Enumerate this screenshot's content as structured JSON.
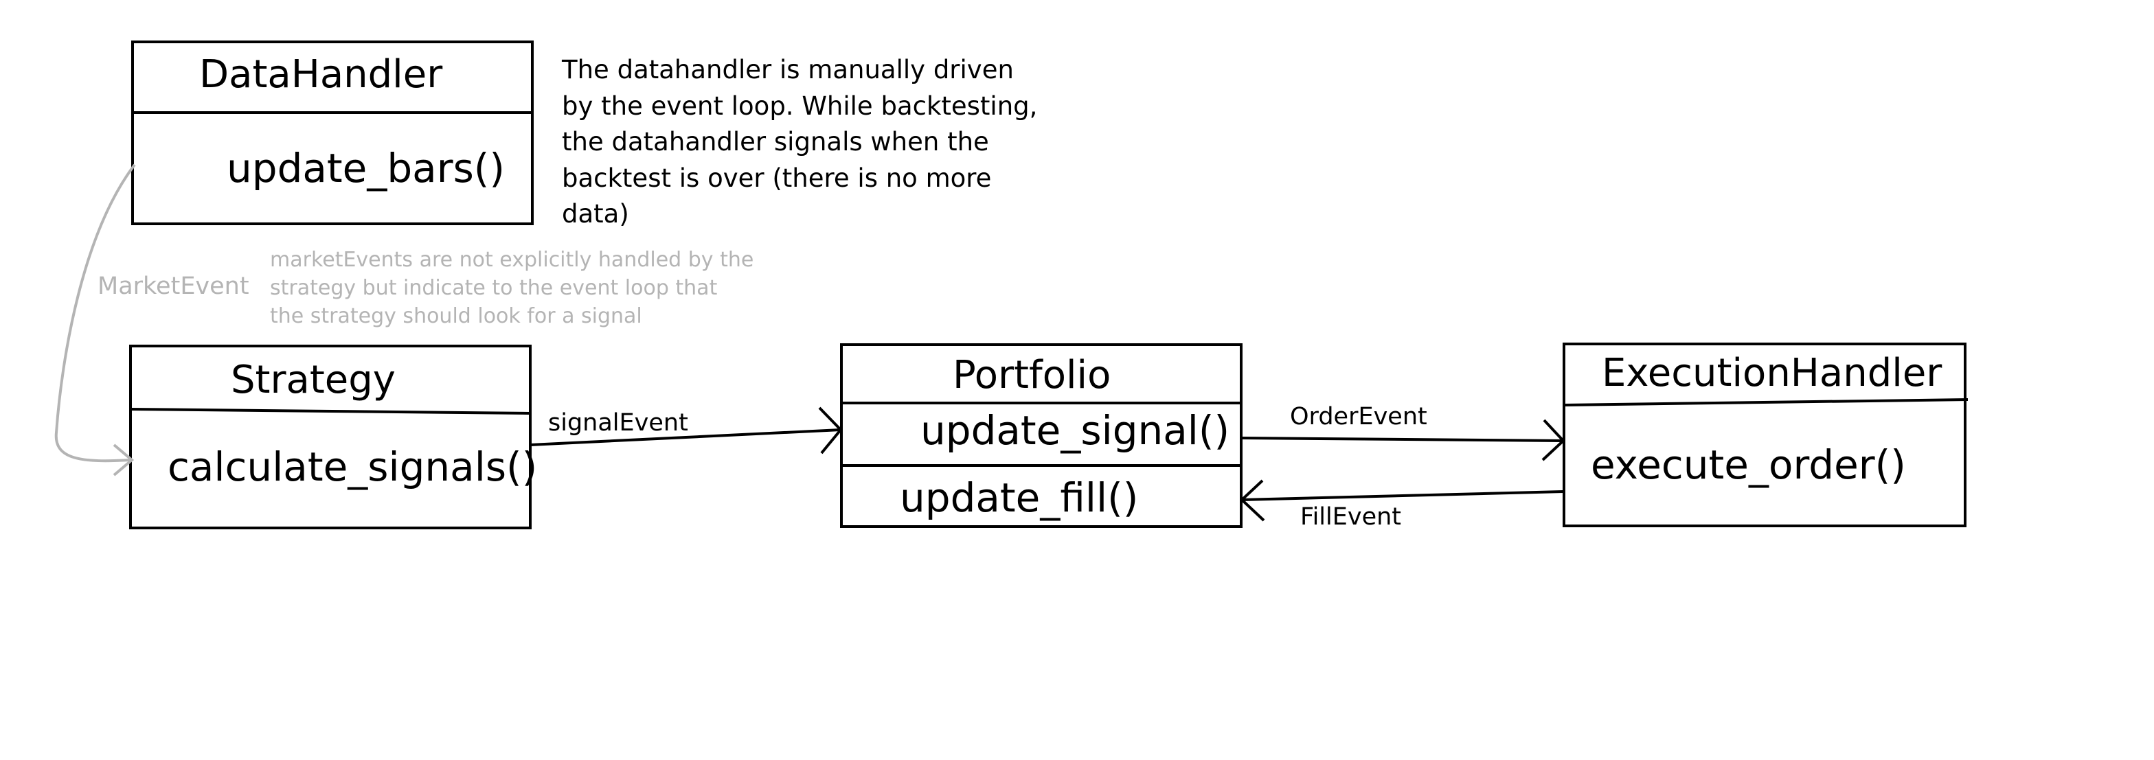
{
  "boxes": {
    "datahandler": {
      "title": "DataHandler",
      "methods": [
        "update_bars()"
      ]
    },
    "strategy": {
      "title": "Strategy",
      "methods": [
        "calculate_signals()"
      ]
    },
    "portfolio": {
      "title": "Portfolio",
      "methods": [
        "update_signal()",
        "update_fill()"
      ]
    },
    "execution": {
      "title": "ExecutionHandler",
      "methods": [
        "execute_order()"
      ]
    }
  },
  "edges": {
    "market_event": "MarketEvent",
    "signal_event": "signalEvent",
    "order_event": "OrderEvent",
    "fill_event": "FillEvent"
  },
  "notes": {
    "datahandler_note": [
      "The datahandler is manually driven",
      "by the event loop. While backtesting,",
      "the datahandler signals when the",
      "backtest is over (there is no more",
      "data)"
    ],
    "market_note": [
      "marketEvents are not explicitly handled by the",
      "strategy but indicate to the event loop that",
      "the strategy should look for a signal"
    ]
  },
  "colors": {
    "stroke": "#000000",
    "muted": "#b4b4b4"
  }
}
